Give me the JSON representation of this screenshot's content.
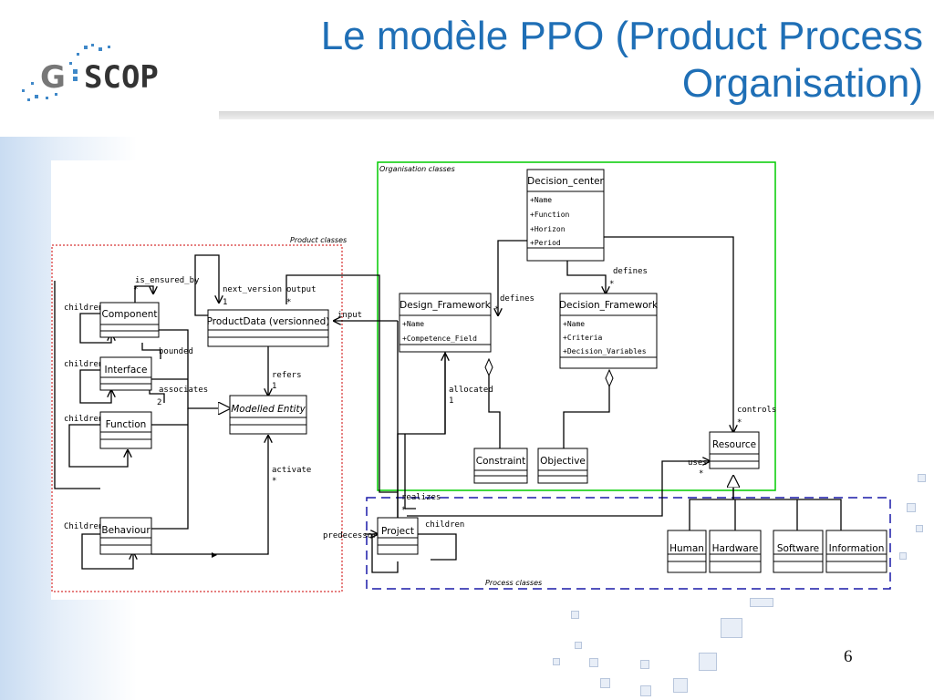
{
  "slide": {
    "title_line1": "Le modèle PPO (Product Process",
    "title_line2": "Organisation)",
    "page_number": "6",
    "logo_text": "G SCOP",
    "colors": {
      "title": "#1f6fb6",
      "product_frame": "#cc0000",
      "organisation_frame": "#00cc00",
      "process_frame": "#1a1aa8"
    }
  },
  "diagram": {
    "packages": {
      "product": "Product classes",
      "organisation": "Organisation classes",
      "process": "Process classes"
    },
    "classes": {
      "component": "Component",
      "interface": "Interface",
      "function": "Function",
      "behaviour": "Behaviour",
      "productdata": "ProductData (versionned)",
      "modelled_entity": "Modelled Entity",
      "decision_center": "Decision_center",
      "design_framework": "Design_Framework",
      "decision_framework": "Decision_Framework",
      "constraint": "Constraint",
      "objective": "Objective",
      "resource": "Resource",
      "project": "Project",
      "human": "Human",
      "hardware": "Hardware",
      "software": "Software",
      "information": "Information"
    },
    "attributes": {
      "decision_center": [
        "+Name",
        "+Function",
        "+Horizon",
        "+Period"
      ],
      "design_framework": [
        "+Name",
        "+Competence_Field"
      ],
      "decision_framework": [
        "+Name",
        "+Criteria",
        "+Decision_Variables"
      ]
    },
    "labels": {
      "is_ensured_by": "is_ensured_by",
      "star": "*",
      "children": "children",
      "Children": "Children",
      "bounded": "bounded",
      "associates": "associates",
      "two": "2",
      "one": "1",
      "next_version": "next_version",
      "output": "output",
      "input": "input",
      "refers": "refers",
      "activate": "activate",
      "defines": "defines",
      "allocated": "allocated",
      "controls": "controls",
      "uses": "uses",
      "realizes": "realizes",
      "predecessors": "predecessors"
    }
  }
}
